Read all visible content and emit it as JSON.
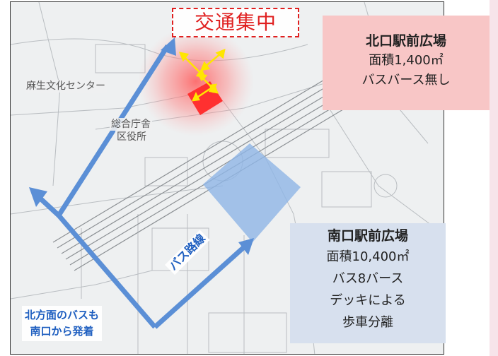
{
  "congestion_label": "交通集中",
  "north_plaza": {
    "title": "北口駅前広場",
    "area": "面積1,400㎡",
    "bus": "バスバース無し"
  },
  "south_plaza": {
    "title": "南口駅前広場",
    "area": "面積10,400㎡",
    "bus": "バス8バース",
    "deck_line1": "デッキによる",
    "deck_line2": "歩車分離"
  },
  "bus_route_label": "バス路線",
  "north_bus_note": {
    "line1": "北方面のバスも",
    "line2": "南口から発着"
  },
  "map_labels": {
    "culture_center": "麻生文化センター",
    "government_building_1": "総合庁舎",
    "government_building_2": "区役所"
  },
  "colors": {
    "route_blue": "#5b8fd6",
    "congestion_red": "#e02020",
    "north_box_bg": "#f8c6c6",
    "south_box_bg": "#d7e0ee",
    "south_plaza_fill": "#8fb5e6",
    "arrow_yellow": "#ffe600"
  },
  "icons": [
    "arrow-head-icon",
    "double-arrow-icon"
  ]
}
